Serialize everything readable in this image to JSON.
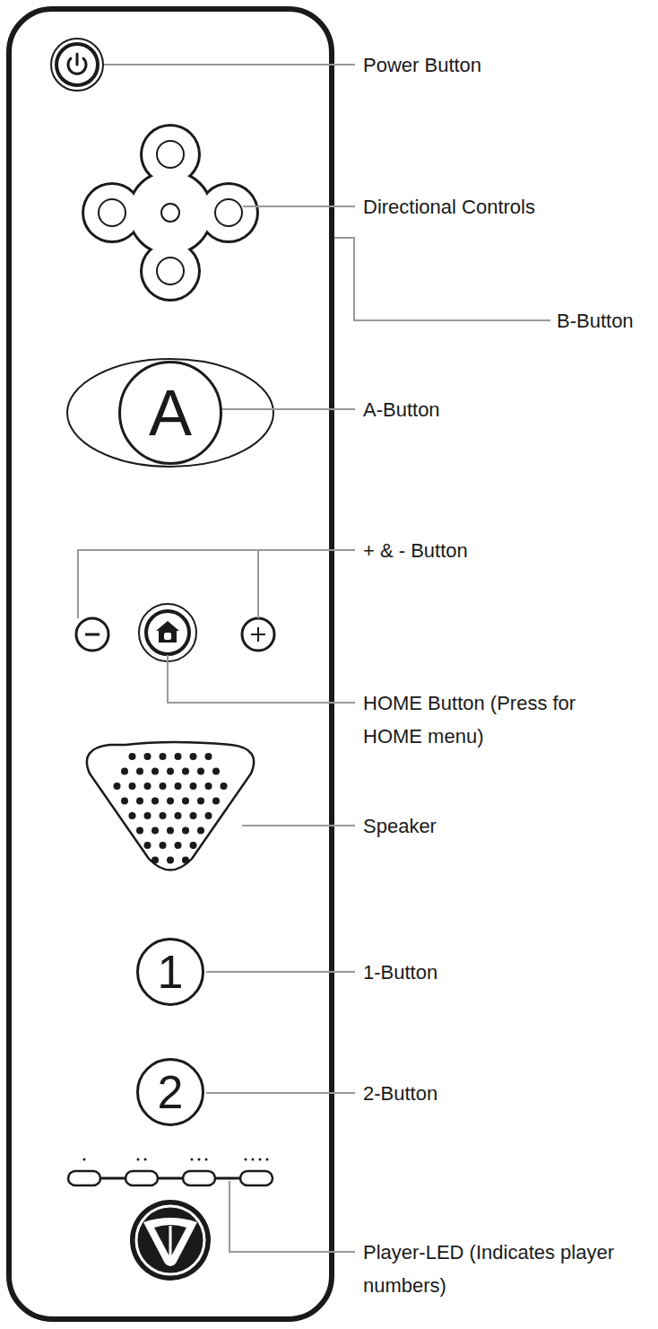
{
  "diagram": {
    "nodes": [
      {
        "text": [
          "A"
        ]
      },
      {
        "text": [
          "1"
        ]
      },
      {
        "text": [
          "2"
        ]
      }
    ],
    "labels": [
      "Power Button",
      "Directional Controls",
      "B-Button",
      "A-Button",
      "+ & - Button",
      "HOME Button (Press for HOME menu)",
      "Speaker",
      "1-Button",
      "2-Button",
      "Player-LED (Indicates player numbers)"
    ]
  }
}
